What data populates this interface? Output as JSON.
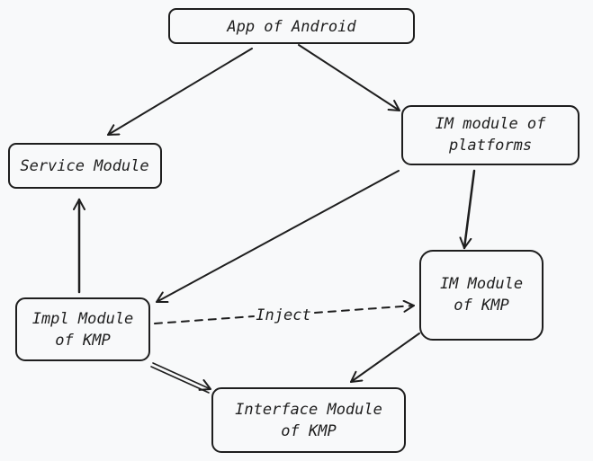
{
  "colors": {
    "background": "#f8f9fa",
    "stroke": "#1e1e1e"
  },
  "nodes": {
    "app_android": {
      "lines": [
        "App of Android"
      ]
    },
    "service_module": {
      "lines": [
        "Service Module"
      ]
    },
    "im_platforms": {
      "lines": [
        "IM module of",
        "platforms"
      ]
    },
    "im_kmp": {
      "lines": [
        "IM Module",
        "of KMP"
      ]
    },
    "impl_kmp": {
      "lines": [
        "Impl Module",
        "of KMP"
      ]
    },
    "interface_kmp": {
      "lines": [
        "Interface Module",
        "of KMP"
      ]
    }
  },
  "edges": {
    "inject_label": "Inject"
  }
}
